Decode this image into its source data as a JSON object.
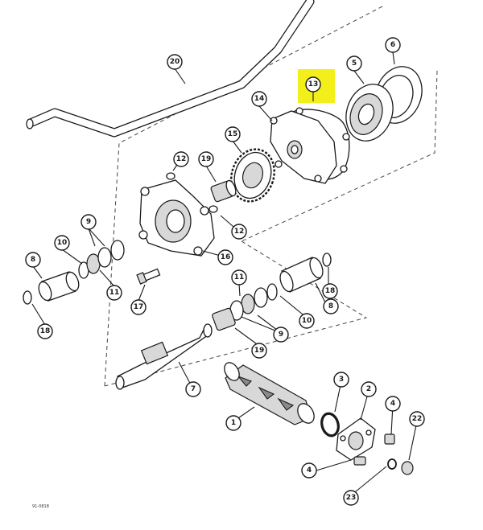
{
  "figure_code": "91-0818",
  "highlight_color": "#f3ef1a",
  "highlighted_label": "13",
  "callouts": [
    {
      "id": "c20",
      "label": "20"
    },
    {
      "id": "c13",
      "label": "13"
    },
    {
      "id": "c6",
      "label": "6"
    },
    {
      "id": "c5",
      "label": "5"
    },
    {
      "id": "c14",
      "label": "14"
    },
    {
      "id": "c15",
      "label": "15"
    },
    {
      "id": "c12a",
      "label": "12"
    },
    {
      "id": "c19a",
      "label": "19"
    },
    {
      "id": "c12b",
      "label": "12"
    },
    {
      "id": "c16",
      "label": "16"
    },
    {
      "id": "c9a",
      "label": "9"
    },
    {
      "id": "c10a",
      "label": "10"
    },
    {
      "id": "c8a",
      "label": "8"
    },
    {
      "id": "c11a",
      "label": "11"
    },
    {
      "id": "c18a",
      "label": "18"
    },
    {
      "id": "c17",
      "label": "17"
    },
    {
      "id": "c11b",
      "label": "11"
    },
    {
      "id": "c18b",
      "label": "18"
    },
    {
      "id": "c8b",
      "label": "8"
    },
    {
      "id": "c10b",
      "label": "10"
    },
    {
      "id": "c9b",
      "label": "9"
    },
    {
      "id": "c19b",
      "label": "19"
    },
    {
      "id": "c7",
      "label": "7"
    },
    {
      "id": "c1",
      "label": "1"
    },
    {
      "id": "c3",
      "label": "3"
    },
    {
      "id": "c2",
      "label": "2"
    },
    {
      "id": "c4a",
      "label": "4"
    },
    {
      "id": "c22",
      "label": "22"
    },
    {
      "id": "c4b",
      "label": "4"
    },
    {
      "id": "c23",
      "label": "23"
    }
  ]
}
